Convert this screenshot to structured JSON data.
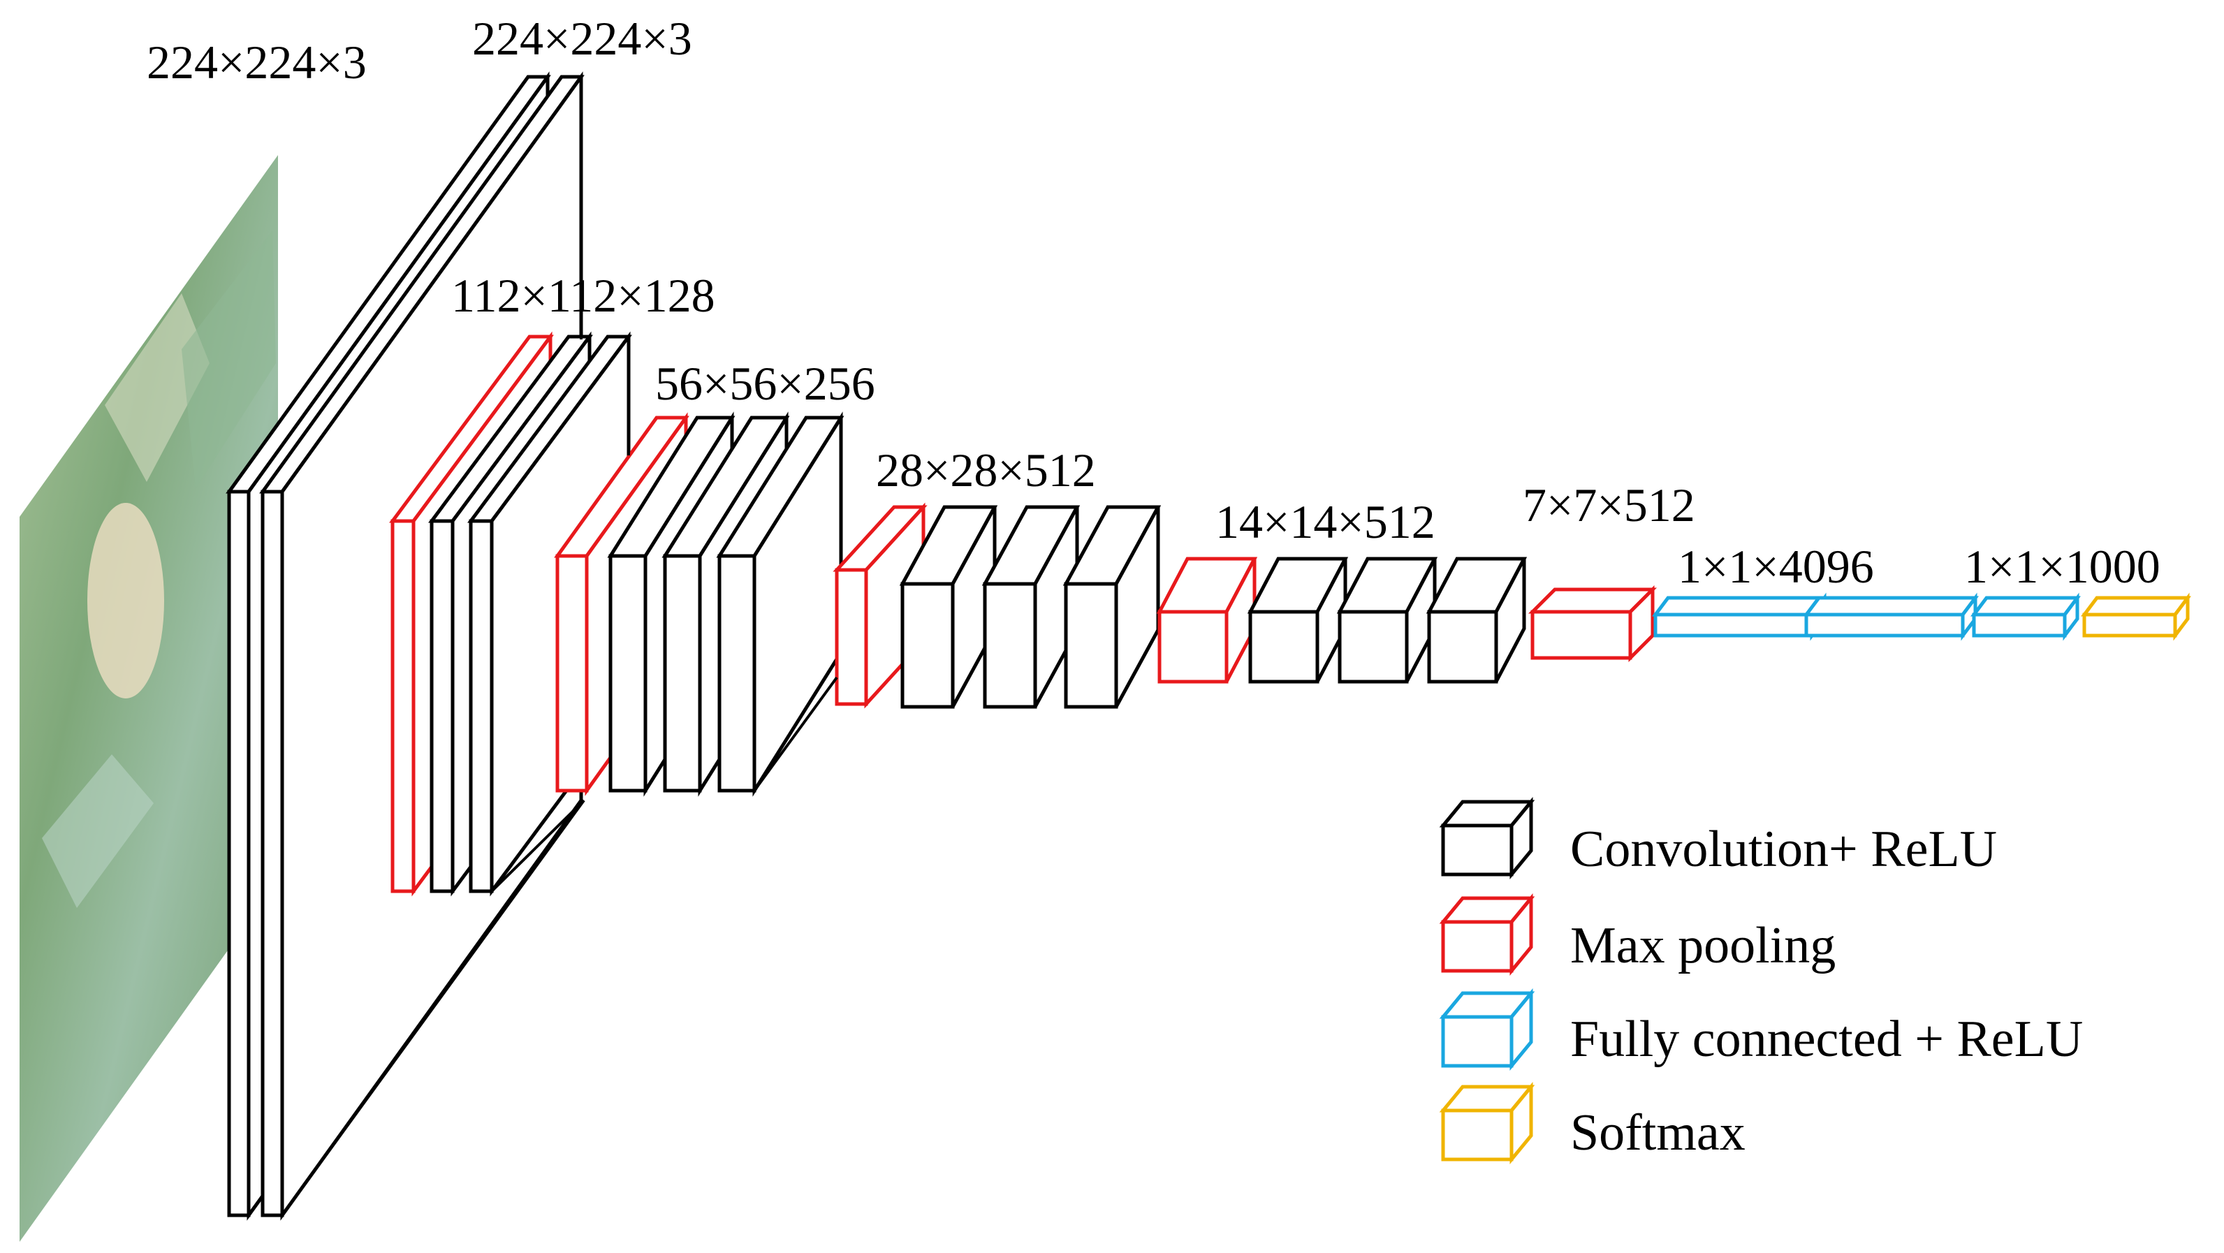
{
  "labels": {
    "input": "224×224×3",
    "conv1": "224×224×3",
    "conv2": "112×112×128",
    "conv3": "56×56×256",
    "conv4": "28×28×512",
    "conv5": "14×14×512",
    "pool5": "7×7×512",
    "fc": "1×1×4096",
    "softmax": "1×1×1000"
  },
  "legend": [
    {
      "label": "Convolution+ ReLU",
      "color": "#000000"
    },
    {
      "label": "Max pooling",
      "color": "#e8191c"
    },
    {
      "label": "Fully connected + ReLU",
      "color": "#1aa7e0"
    },
    {
      "label": "Softmax",
      "color": "#f0b400"
    }
  ],
  "colors": {
    "conv": "#000000",
    "pool": "#e8191c",
    "fc": "#1aa7e0",
    "softmax": "#f0b400"
  },
  "input_image": "leaf-photo"
}
